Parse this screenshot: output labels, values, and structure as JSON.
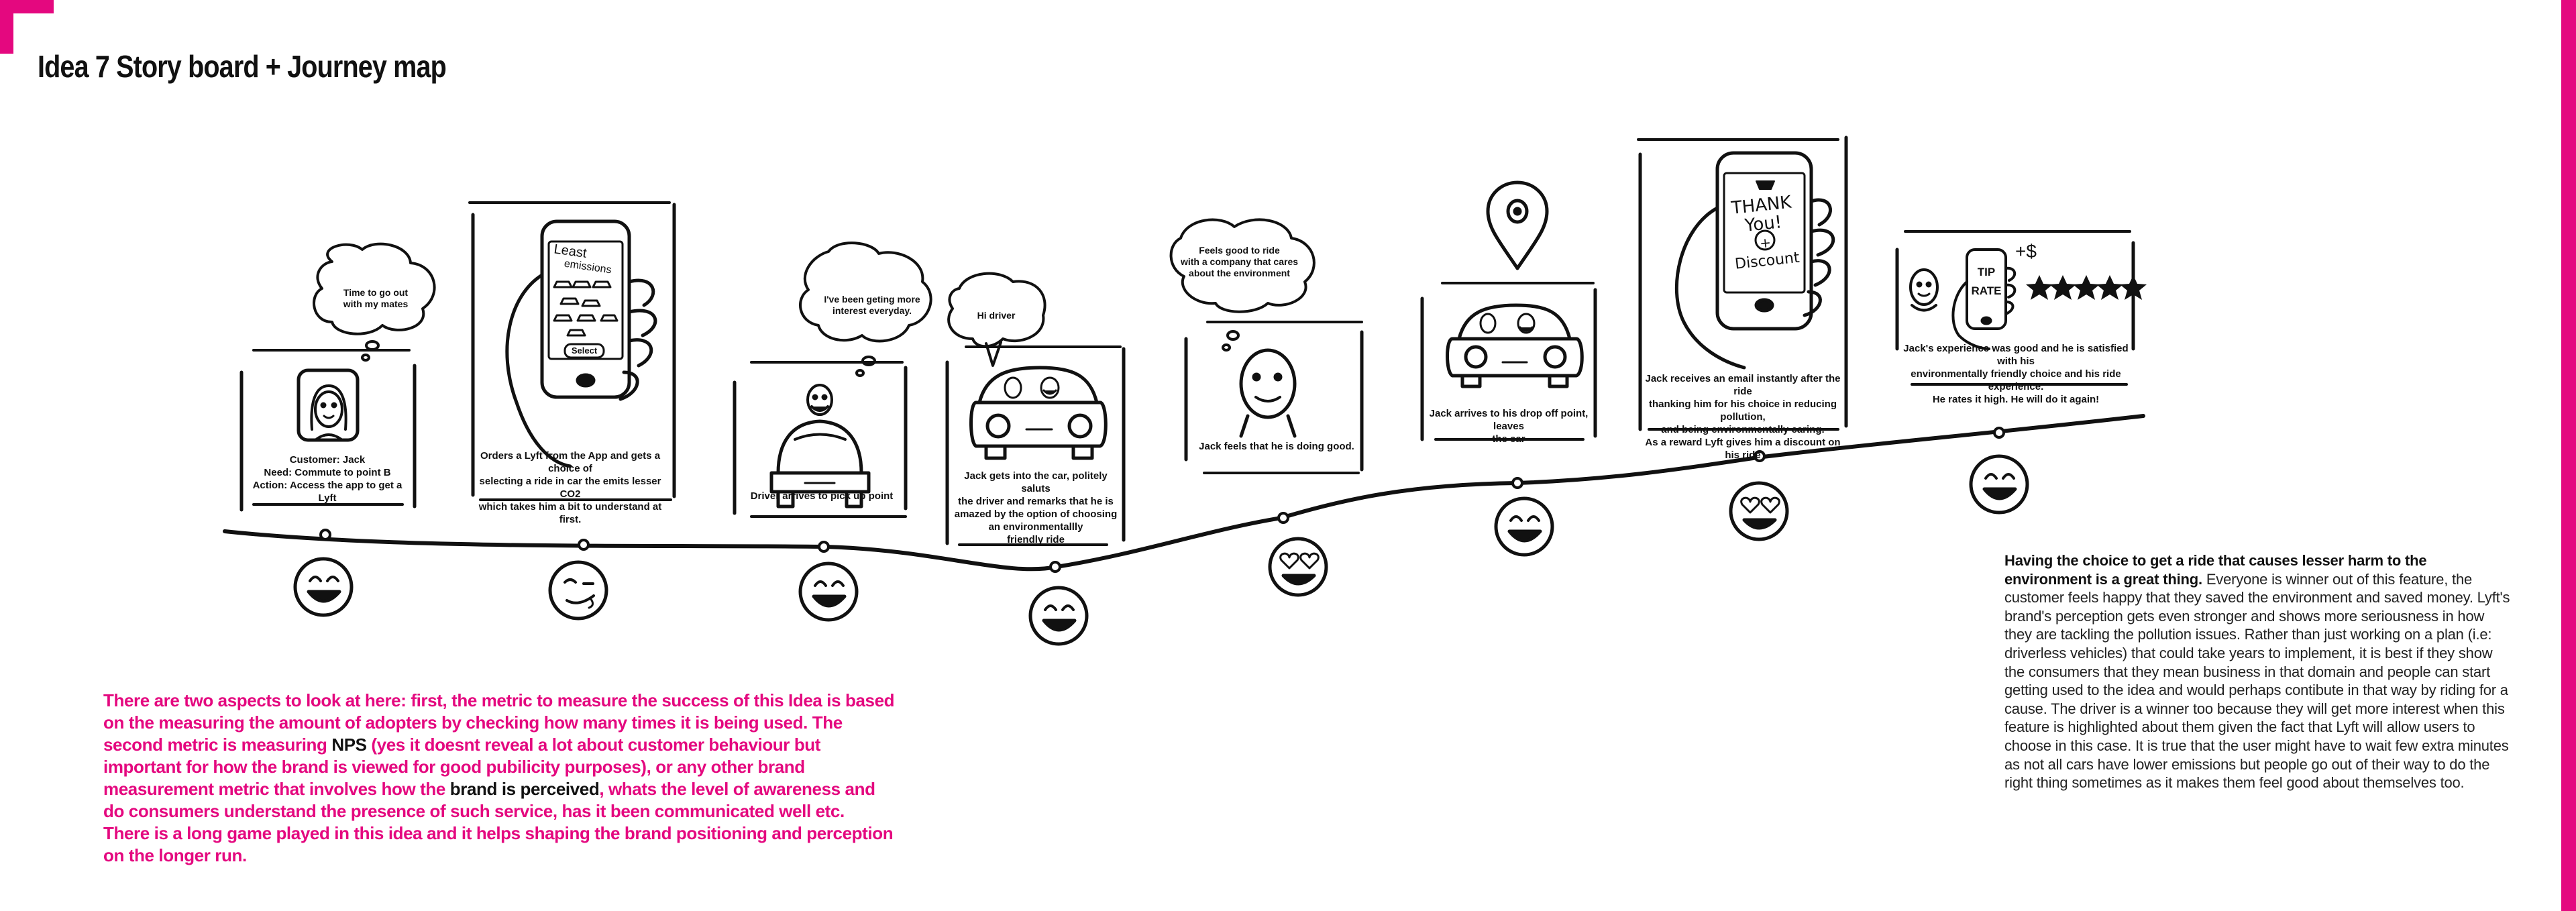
{
  "title": "Idea 7 Story board + Journey map",
  "colors": {
    "accent": "#e4087f",
    "ink": "#111111"
  },
  "steps": [
    {
      "caption": [
        "Customer: Jack",
        "Need: Commute to point B",
        "Action: Access the app to get a Lyft"
      ],
      "thought": [
        "Time to go out",
        "with my mates"
      ],
      "emotion": "happy-face-icon"
    },
    {
      "caption": [
        "Orders a Lyft from the App and gets a choice of",
        "selecting a ride in car the emits lesser CO2",
        "which takes him a bit to understand at first."
      ],
      "emotion": "winking-face-icon"
    },
    {
      "caption": [
        "Driver arrives to pick up point"
      ],
      "thought": [
        "I've been geting more",
        "interest everyday."
      ],
      "emotion": "happy-face-icon"
    },
    {
      "caption": [
        "Jack gets into the car, politely saluts",
        "the driver and remarks that he is",
        "amazed by the option of choosing",
        "an environmentallly",
        "friendly ride"
      ],
      "speech": [
        "Hi driver"
      ],
      "emotion": "happy-face-icon"
    },
    {
      "caption": [
        "Jack feels that he is doing good."
      ],
      "thought": [
        "Feels good to ride",
        "with a company that cares",
        "about the environment"
      ],
      "emotion": "heart-eyes-face-icon"
    },
    {
      "caption": [
        "Jack arrives to his drop off point, leaves",
        "the car"
      ],
      "emotion": "happy-face-icon"
    },
    {
      "caption": [
        "Jack receives an email instantly after the ride",
        "thanking him for his choice in reducing pollution,",
        "and being environmentally caring.",
        "As a reward Lyft gives him a discount on his ride"
      ],
      "emotion": "heart-eyes-face-icon"
    },
    {
      "caption": [
        "Jack's experience was good and he is satisfied with his",
        "environmentally friendly choice and his ride experience.",
        "He rates it high. He will do it again!"
      ],
      "emotion": "happy-face-icon"
    }
  ],
  "sketch_text": {
    "phone1": [
      "Least",
      "emissions"
    ],
    "phone1_button": "Select",
    "phone2": [
      "THANK",
      "You!",
      "+",
      "Discount"
    ],
    "phone3": [
      "TIP",
      "RATE"
    ],
    "tip_symbol": "+$"
  },
  "left_paragraph": {
    "p1": "There are two aspects to look at here: first, the metric to measure the success of this Idea is based on the measuring the amount of adopters by checking how many times it is being used. The second metric is measuring ",
    "b1": "NPS",
    "p2": " (yes it doesnt reveal a lot about customer behaviour but important for how the brand is viewed for good pubilicity purposes), or any other brand measurement metric that involves how the ",
    "b2": "brand is perceived",
    "p3": ", whats the level of awareness and do consumers understand the presence of such service, has it been communicated well etc. There is a long game played in this idea and it helps shaping the brand positioning and perception on the longer run."
  },
  "right_paragraph": {
    "lead": "Having the choice to get a ride that causes lesser harm to the environment is a great thing.",
    "body": " Everyone is winner out of this feature, the customer feels happy that they saved the environment and saved money. Lyft's brand's perception gets even stronger and shows more seriousness in how they are tackling the pollution issues. Rather than just working on a plan (i.e: driverless vehicles) that could take years to implement, it is best if they show the consumers that they mean business in that domain and people can start getting used to the idea and would perhaps contibute in that way by riding for a cause. The driver is a winner too because they will get more interest when this feature is highlighted about them given the fact that Lyft will allow users to choose in this case. It is true that the user might have to wait few extra minutes as not all cars have lower emissions but people go out of their way to do the right thing sometimes as it makes them feel good about themselves too."
  }
}
